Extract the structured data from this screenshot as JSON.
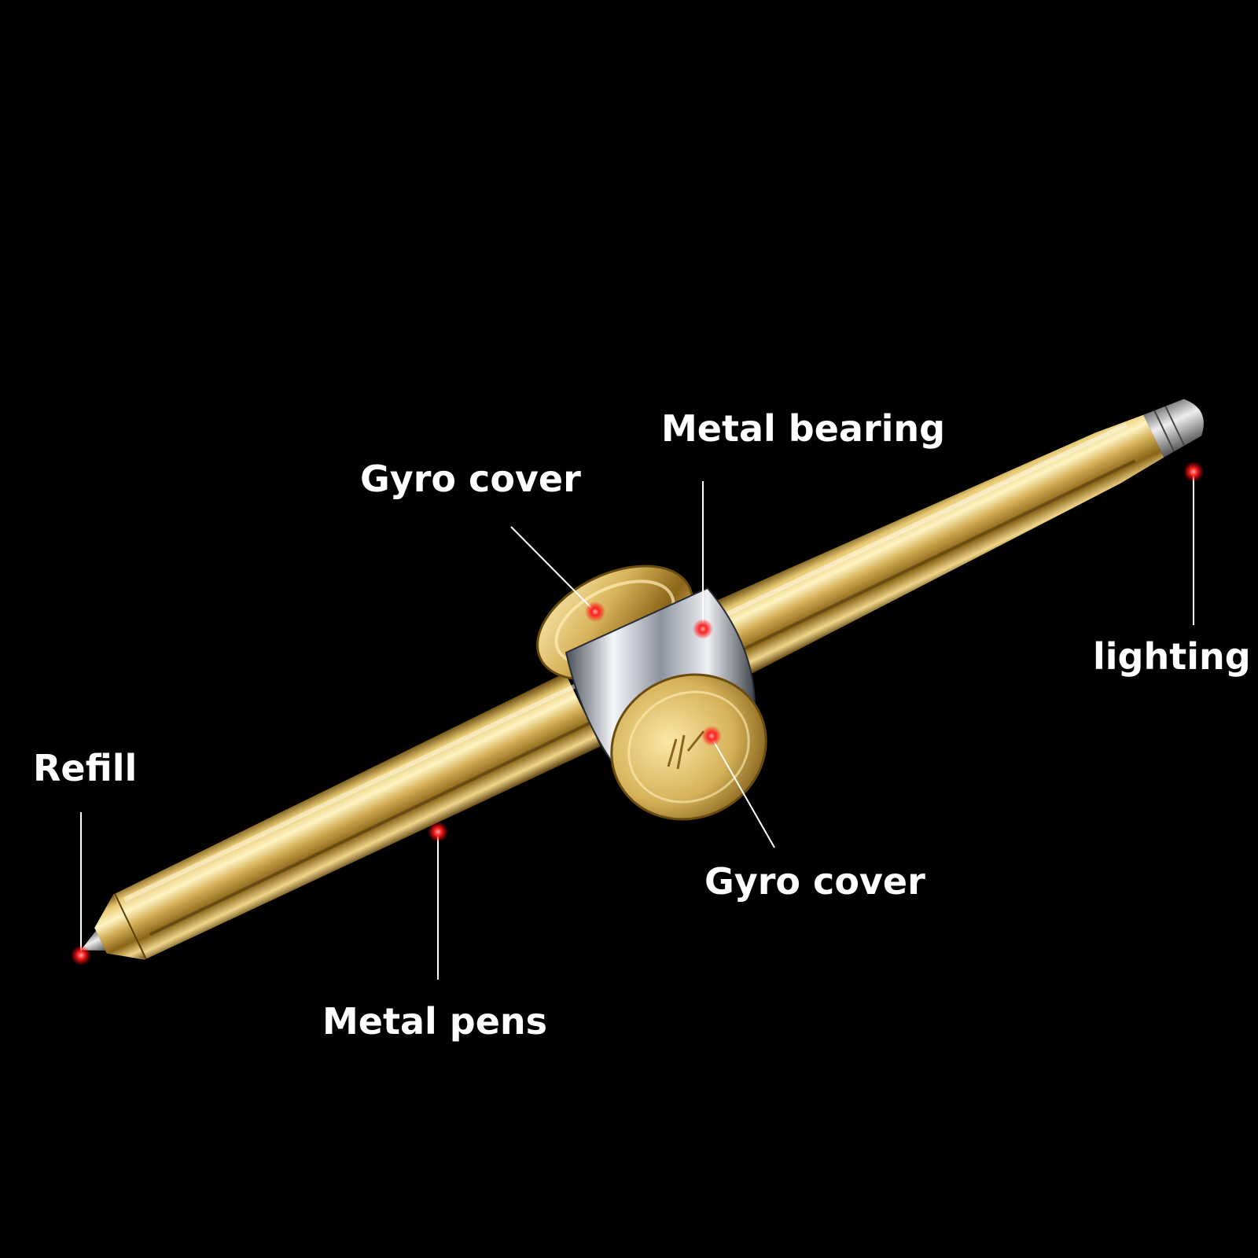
{
  "image": {
    "background_color": "#000000",
    "subject": "gold-pen",
    "accent_color": "#ff1a1a"
  },
  "callouts": {
    "metal_bearing": "Metal bearing",
    "gyro_cover_top": "Gyro cover",
    "lighting": "lighting",
    "refill": "Refill",
    "gyro_cover_bottom": "Gyro cover",
    "metal_pens": "Metal pens"
  }
}
